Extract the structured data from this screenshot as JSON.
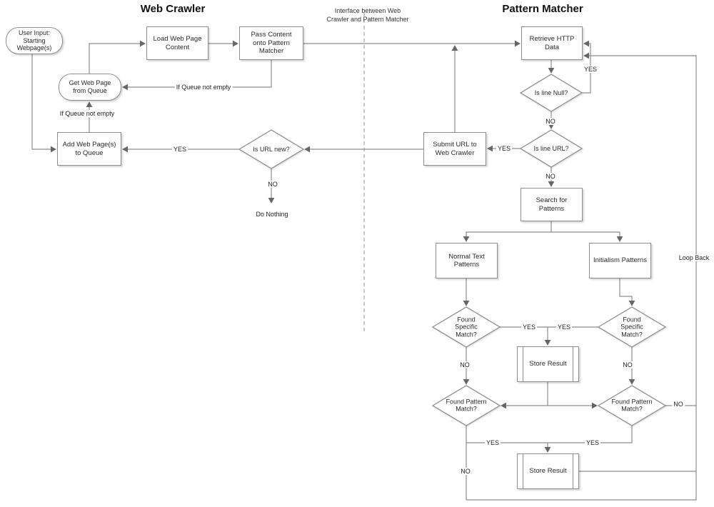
{
  "titles": {
    "web_crawler": "Web Crawler",
    "pattern_matcher": "Pattern Matcher",
    "interface_note": "Interface between Web Crawler and Pattern Matcher"
  },
  "nodes": {
    "user_input": "User Input: Starting Webpage(s)",
    "load_web_page": "Load Web Page Content",
    "pass_content": "Pass Content onto Pattern Matcher",
    "get_web_page": "Get Web Page from Queue",
    "add_web_page": "Add Web Page(s) to Queue",
    "is_url_new": "Is URL new?",
    "submit_url": "Submit URL to Web Crawler",
    "retrieve_http": "Retrieve HTTP Data",
    "is_line_null": "Is line Null?",
    "is_line_url": "Is line URL?",
    "search_patterns": "Search for Patterns",
    "normal_text_patterns": "Normal Text Patterns",
    "initialism_patterns": "Initialism Patterns",
    "found_specific_left": "Found Specific Match?",
    "found_specific_right": "Found Specific Match?",
    "store_result_1": "Store Result",
    "found_pattern_left": "Found Pattern Match?",
    "found_pattern_right": "Found Pattern Match?",
    "store_result_2": "Store Result"
  },
  "edge_labels": {
    "if_queue_top": "If Queue not empty",
    "if_queue_left": "If Queue not empty",
    "yes_url_new": "YES",
    "no_url_new": "NO",
    "yes_line_null": "YES",
    "no_line_null": "NO",
    "yes_line_url": "YES",
    "no_line_url": "NO",
    "yes_specific_left": "YES",
    "yes_specific_right": "YES",
    "no_specific_left": "NO",
    "no_specific_right": "NO",
    "yes_pattern_left": "YES",
    "yes_pattern_right": "YES",
    "no_pattern_left": "NO",
    "no_pattern_right": "NO"
  },
  "annotations": {
    "do_nothing": "Do Nothing",
    "loop_back": "Loop Back"
  }
}
